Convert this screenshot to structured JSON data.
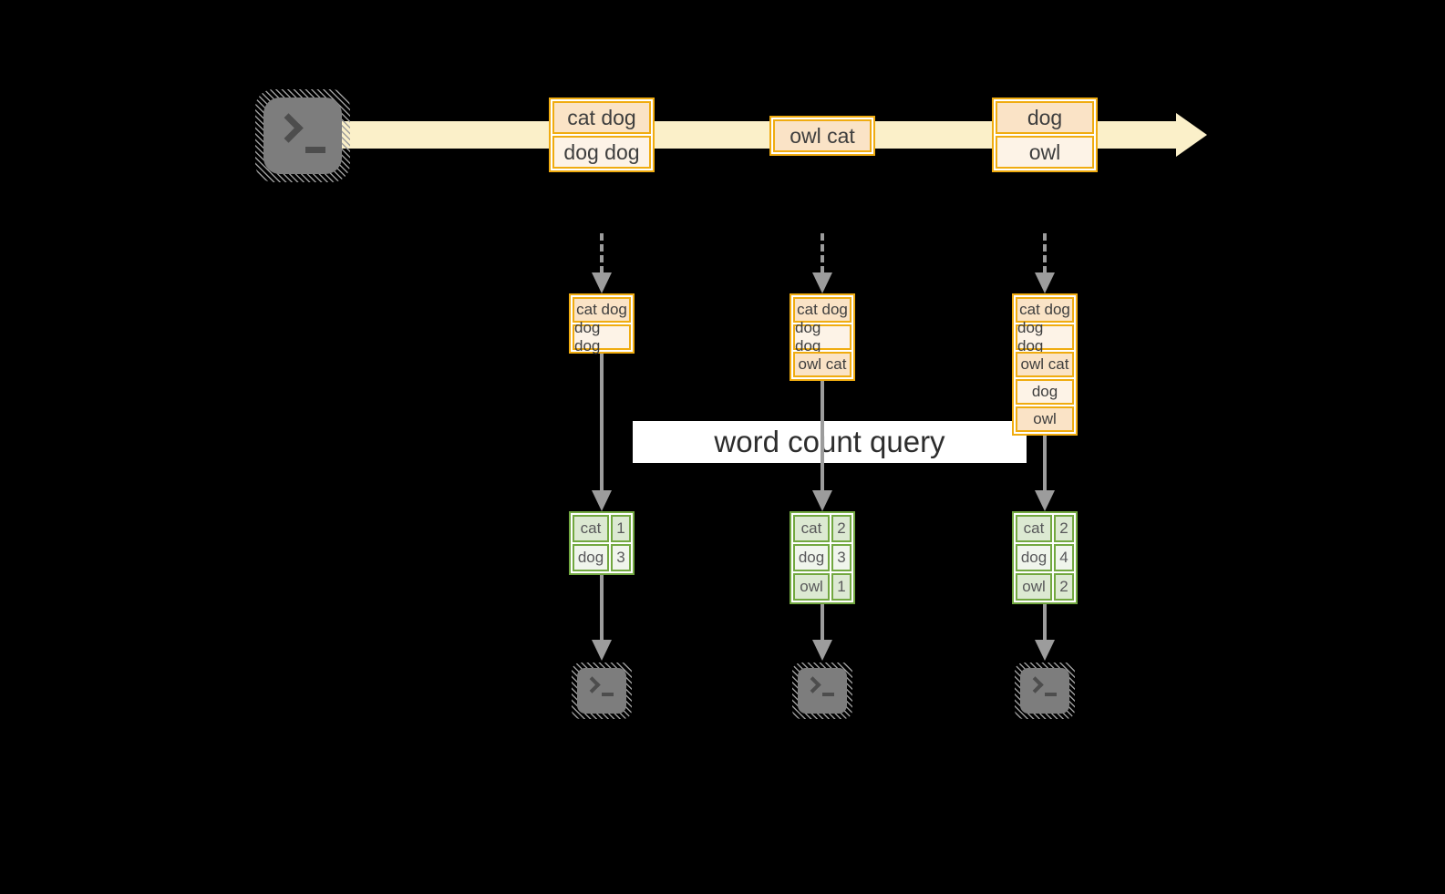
{
  "query_label": "word count query",
  "stream": {
    "batches": [
      {
        "lines": [
          "cat dog",
          "dog dog"
        ]
      },
      {
        "lines": [
          "owl cat"
        ]
      },
      {
        "lines": [
          "dog",
          "owl"
        ]
      }
    ]
  },
  "columns": [
    {
      "state": [
        "cat dog",
        "dog dog"
      ],
      "counts": [
        {
          "word": "cat",
          "value": "1"
        },
        {
          "word": "dog",
          "value": "3"
        }
      ]
    },
    {
      "state": [
        "cat dog",
        "dog dog",
        "owl cat"
      ],
      "counts": [
        {
          "word": "cat",
          "value": "2"
        },
        {
          "word": "dog",
          "value": "3"
        },
        {
          "word": "owl",
          "value": "1"
        }
      ]
    },
    {
      "state": [
        "cat dog",
        "dog dog",
        "owl cat",
        "dog",
        "owl"
      ],
      "counts": [
        {
          "word": "cat",
          "value": "2"
        },
        {
          "word": "dog",
          "value": "4"
        },
        {
          "word": "owl",
          "value": "2"
        }
      ]
    }
  ],
  "icons": {
    "source": "terminal-icon",
    "sinks": [
      "terminal-icon",
      "terminal-icon",
      "terminal-icon"
    ]
  },
  "colors": {
    "stream_band": "#FBF0C9",
    "box_border": "#F0AC10",
    "box_fill_dark": "#FAE3C6",
    "box_fill_light": "#FDF3E7",
    "table_border": "#72A840",
    "table_fill_dark": "#DCE9D2",
    "table_fill_light": "#F0F5EC",
    "arrow_gray": "#9C9C9C",
    "terminal_gray": "#7D7D7D",
    "query_bg": "#FFFFFF"
  }
}
